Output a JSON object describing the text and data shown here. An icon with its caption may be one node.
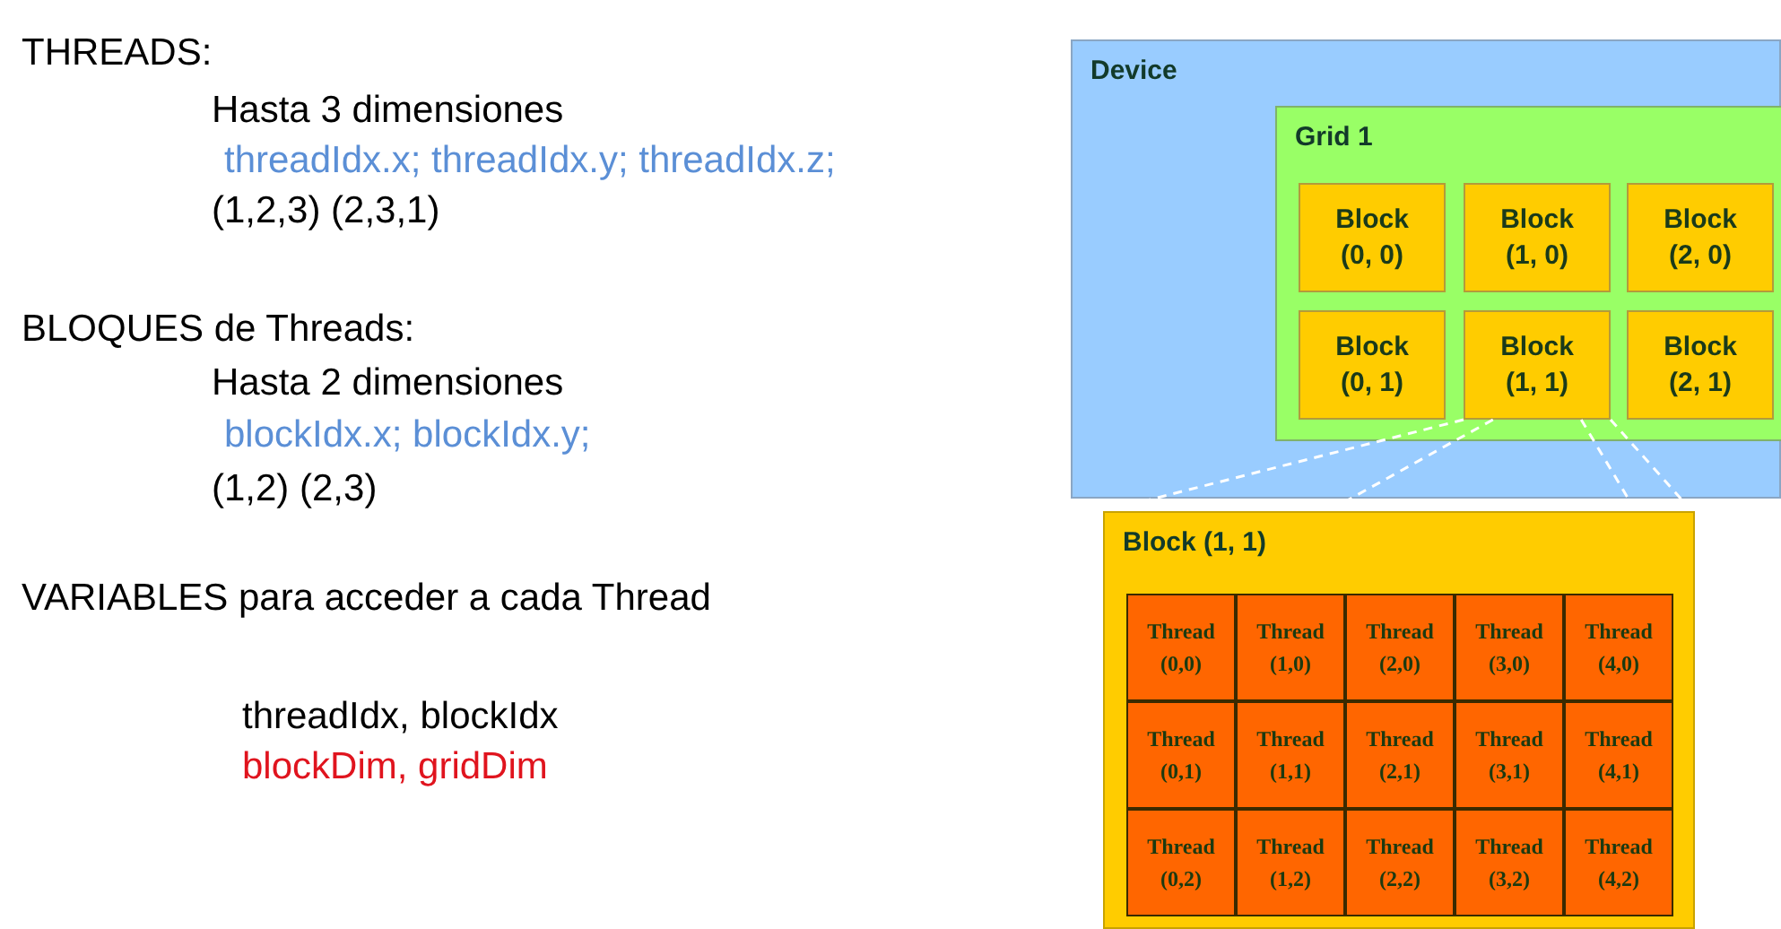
{
  "diagram": {
    "nodes": [
      {
        "text": [
          "Device"
        ]
      },
      {
        "text": [
          "Grid 1"
        ],
        "in": 0
      },
      {
        "text": [
          "Block (0, 0)"
        ],
        "in": 1
      },
      {
        "text": [
          "Block (1, 0)"
        ],
        "in": 1
      },
      {
        "text": [
          "Block (2, 0)"
        ],
        "in": 1
      },
      {
        "text": [
          "Block (0, 1)"
        ],
        "in": 1
      },
      {
        "text": [
          "Block (1, 1)"
        ],
        "in": 1
      },
      {
        "text": [
          "Block (2, 1)"
        ],
        "in": 1
      },
      {
        "text": [
          "Block (1, 1)"
        ]
      },
      {
        "text": [
          "Thread (0,0)"
        ],
        "in": 8
      },
      {
        "text": [
          "Thread (1,0)"
        ],
        "in": 8
      },
      {
        "text": [
          "Thread (2,0)"
        ],
        "in": 8
      },
      {
        "text": [
          "Thread (3,0)"
        ],
        "in": 8
      },
      {
        "text": [
          "Thread (4,0)"
        ],
        "in": 8
      },
      {
        "text": [
          "Thread (0,1)"
        ],
        "in": 8
      },
      {
        "text": [
          "Thread (1,1)"
        ],
        "in": 8
      },
      {
        "text": [
          "Thread (2,1)"
        ],
        "in": 8
      },
      {
        "text": [
          "Thread (3,1)"
        ],
        "in": 8
      },
      {
        "text": [
          "Thread (4,1)"
        ],
        "in": 8
      },
      {
        "text": [
          "Thread (0,2)"
        ],
        "in": 8
      },
      {
        "text": [
          "Thread (1,2)"
        ],
        "in": 8
      },
      {
        "text": [
          "Thread (2,2)"
        ],
        "in": 8
      },
      {
        "text": [
          "Thread (3,2)"
        ],
        "in": 8
      },
      {
        "text": [
          "Thread (4,2)"
        ],
        "in": 8
      }
    ],
    "edges": [
      {
        "from": 6,
        "to": 8,
        "arrow": "none",
        "style": "dashed"
      },
      {
        "from": 6,
        "to": 8,
        "arrow": "none",
        "style": "dashed"
      },
      {
        "from": 6,
        "to": 8,
        "arrow": "none",
        "style": "dashed"
      },
      {
        "from": 6,
        "to": 8,
        "arrow": "none",
        "style": "dashed"
      }
    ],
    "labels": [
      "THREADS:",
      "Hasta 3 dimensiones",
      "threadIdx.x; threadIdx.y; threadIdx.z;",
      "(1,2,3) (2,3,1)",
      "BLOQUES de Threads:",
      "Hasta 2 dimensiones",
      "blockIdx.x; blockIdx.y;",
      "(1,2) (2,3)",
      "VARIABLES para acceder a cada Thread",
      "threadIdx, blockIdx",
      "blockDim, gridDim"
    ]
  }
}
